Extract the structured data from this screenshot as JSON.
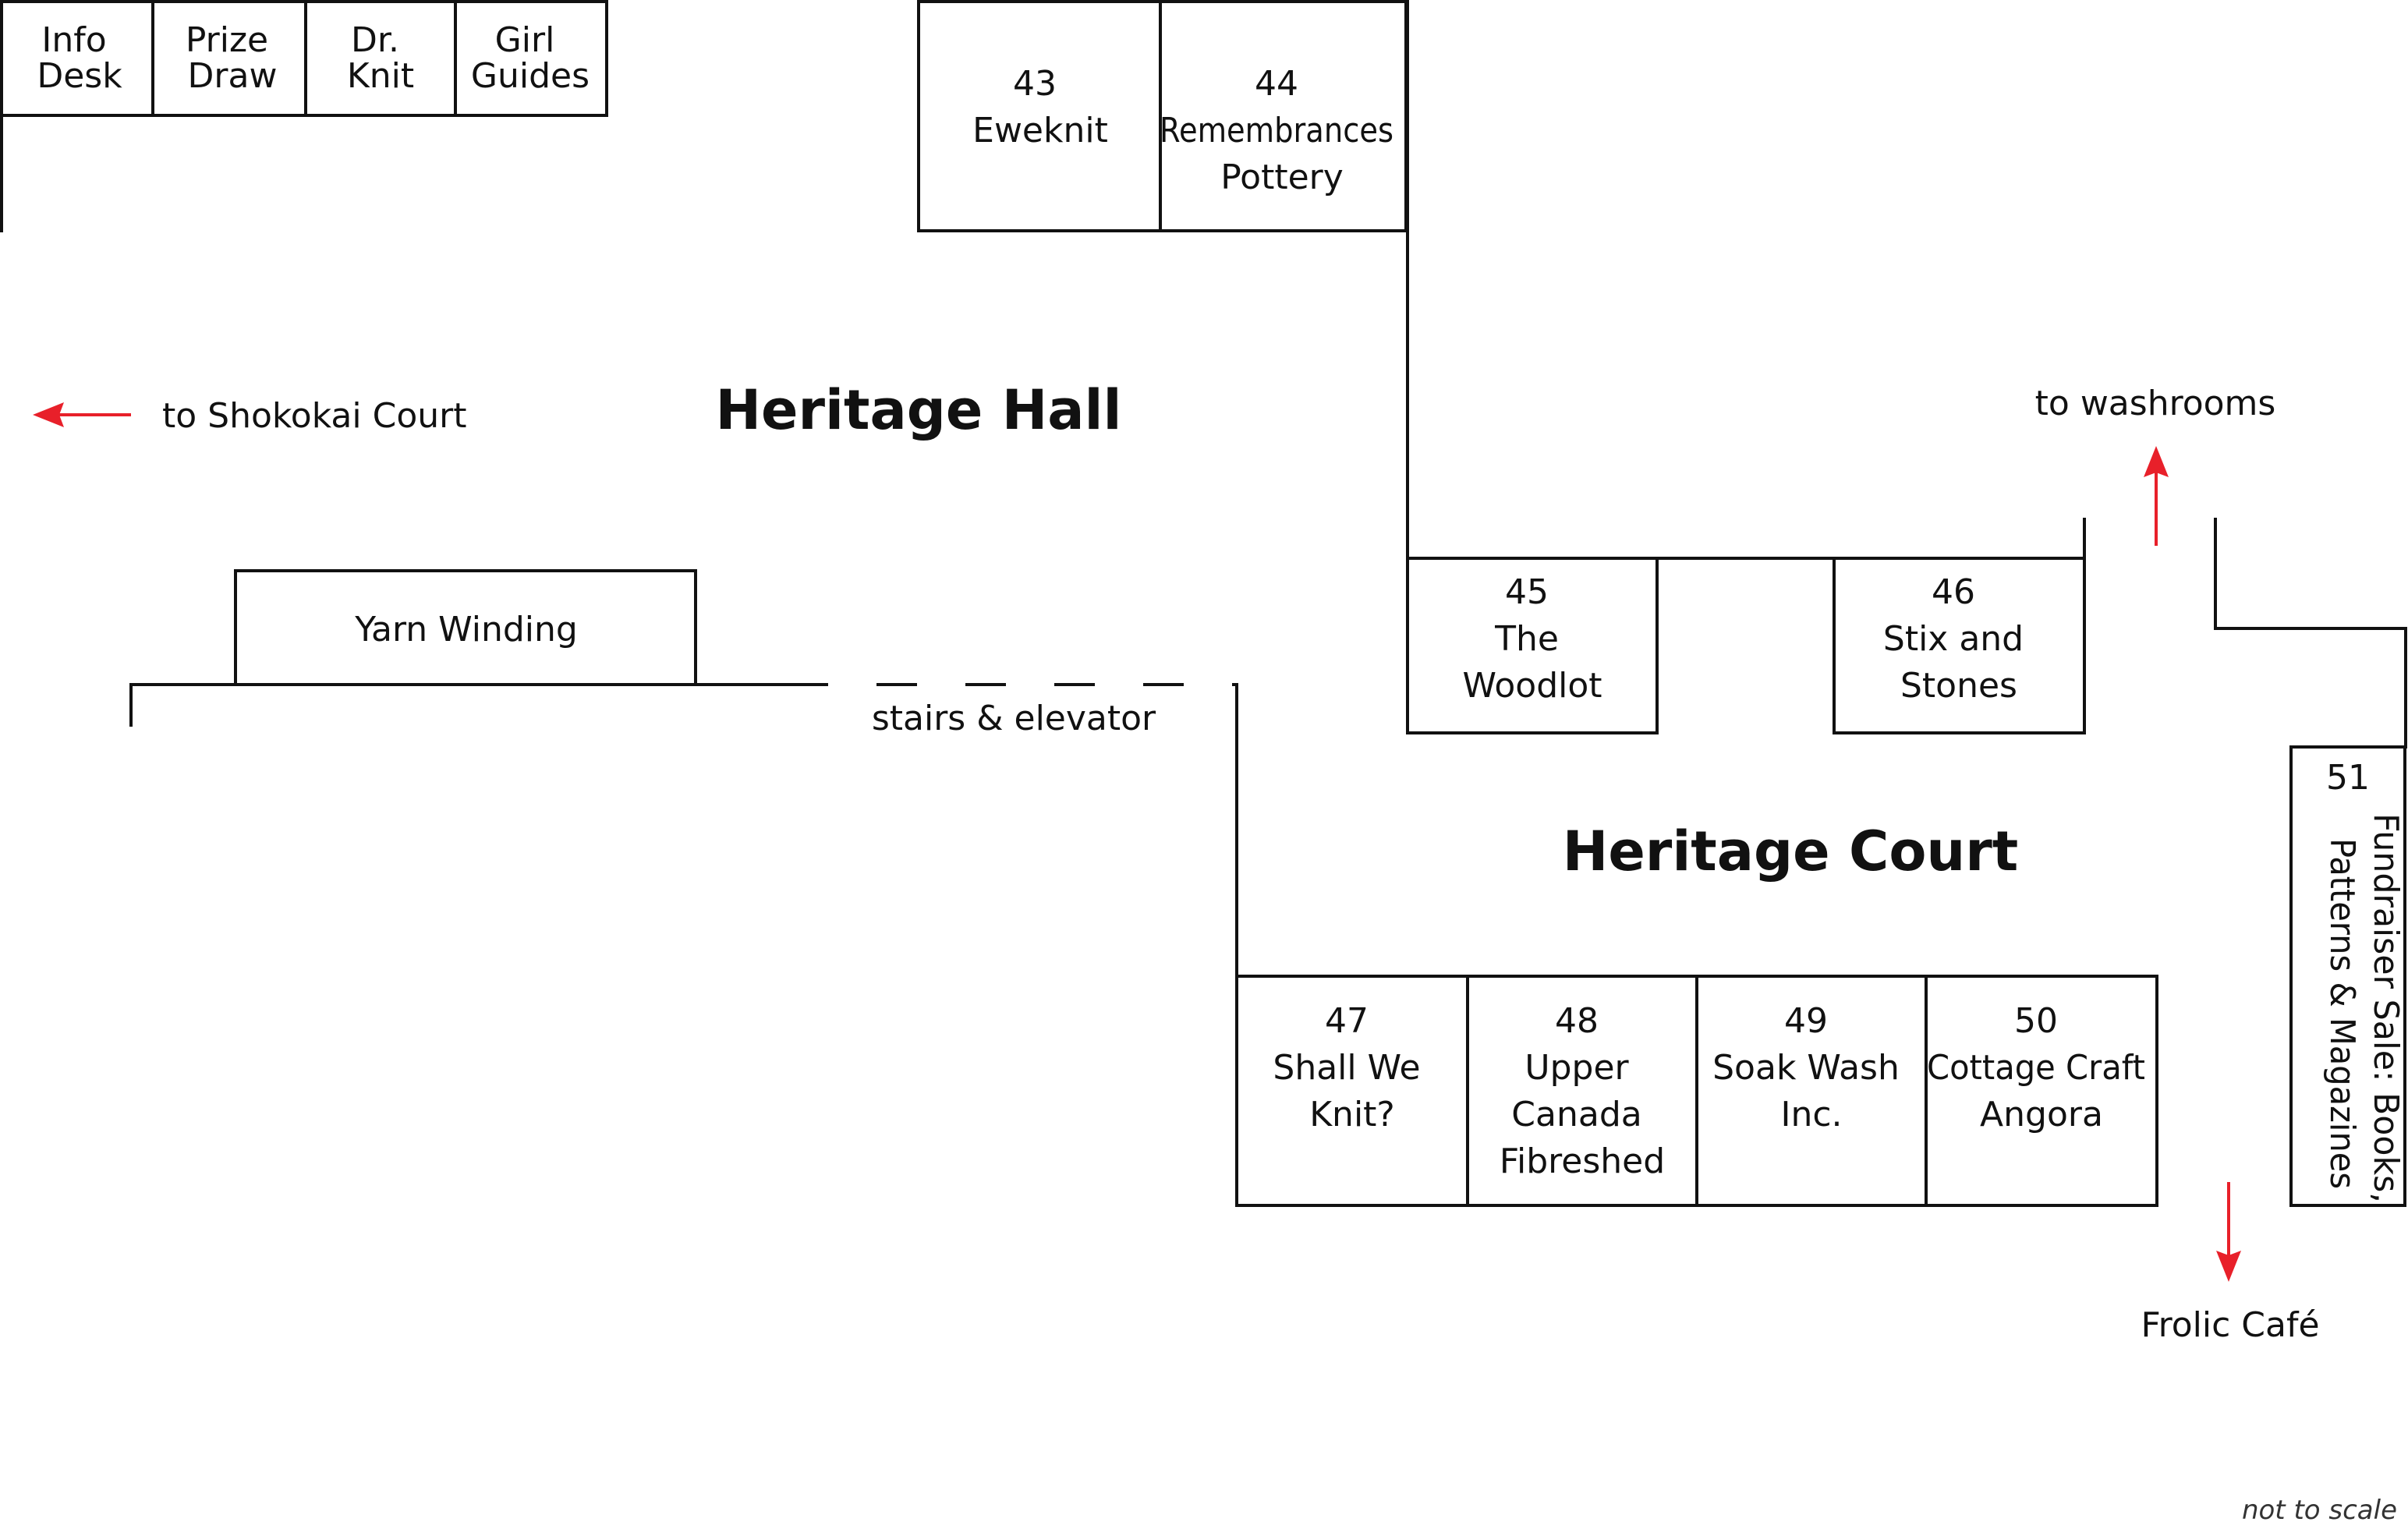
{
  "title": "",
  "areas": {
    "heritage_hall": "Heritage Hall",
    "heritage_court": "Heritage Court"
  },
  "top_booths": {
    "info_desk": [
      "Info",
      "Desk"
    ],
    "prize_draw": [
      "Prize",
      "Draw"
    ],
    "dr_knit": [
      "Dr.",
      "Knit"
    ],
    "girl_guides": [
      "Girl",
      "Guides"
    ]
  },
  "booths": {
    "b43": [
      "43",
      "Eweknit"
    ],
    "b44": [
      "44",
      "Remembrances",
      "Pottery"
    ],
    "b45": [
      "45",
      "The",
      "Woodlot"
    ],
    "b46": [
      "46",
      "Stix and",
      "Stones"
    ],
    "b47": [
      "47",
      "Shall We",
      "Knit?"
    ],
    "b48": [
      "48",
      "Upper",
      "Canada",
      "Fibreshed"
    ],
    "b49": [
      "49",
      "Soak Wash",
      "Inc."
    ],
    "b50": [
      "50",
      "Cottage Craft",
      "Angora"
    ],
    "b51_number": "51",
    "b51_text": [
      "Fundraiser Sale: Books,",
      "Patterns & Magazines"
    ]
  },
  "yarn_winding": "Yarn Winding",
  "stairs": "stairs & elevator",
  "directions": {
    "shokokai": "to Shokokai Court",
    "washrooms": "to washrooms",
    "cafe": "Frolic Café"
  },
  "scale_note": "not to scale",
  "colors": {
    "arrow": "#e8202a",
    "line": "#111111",
    "background": "#ffffff"
  }
}
